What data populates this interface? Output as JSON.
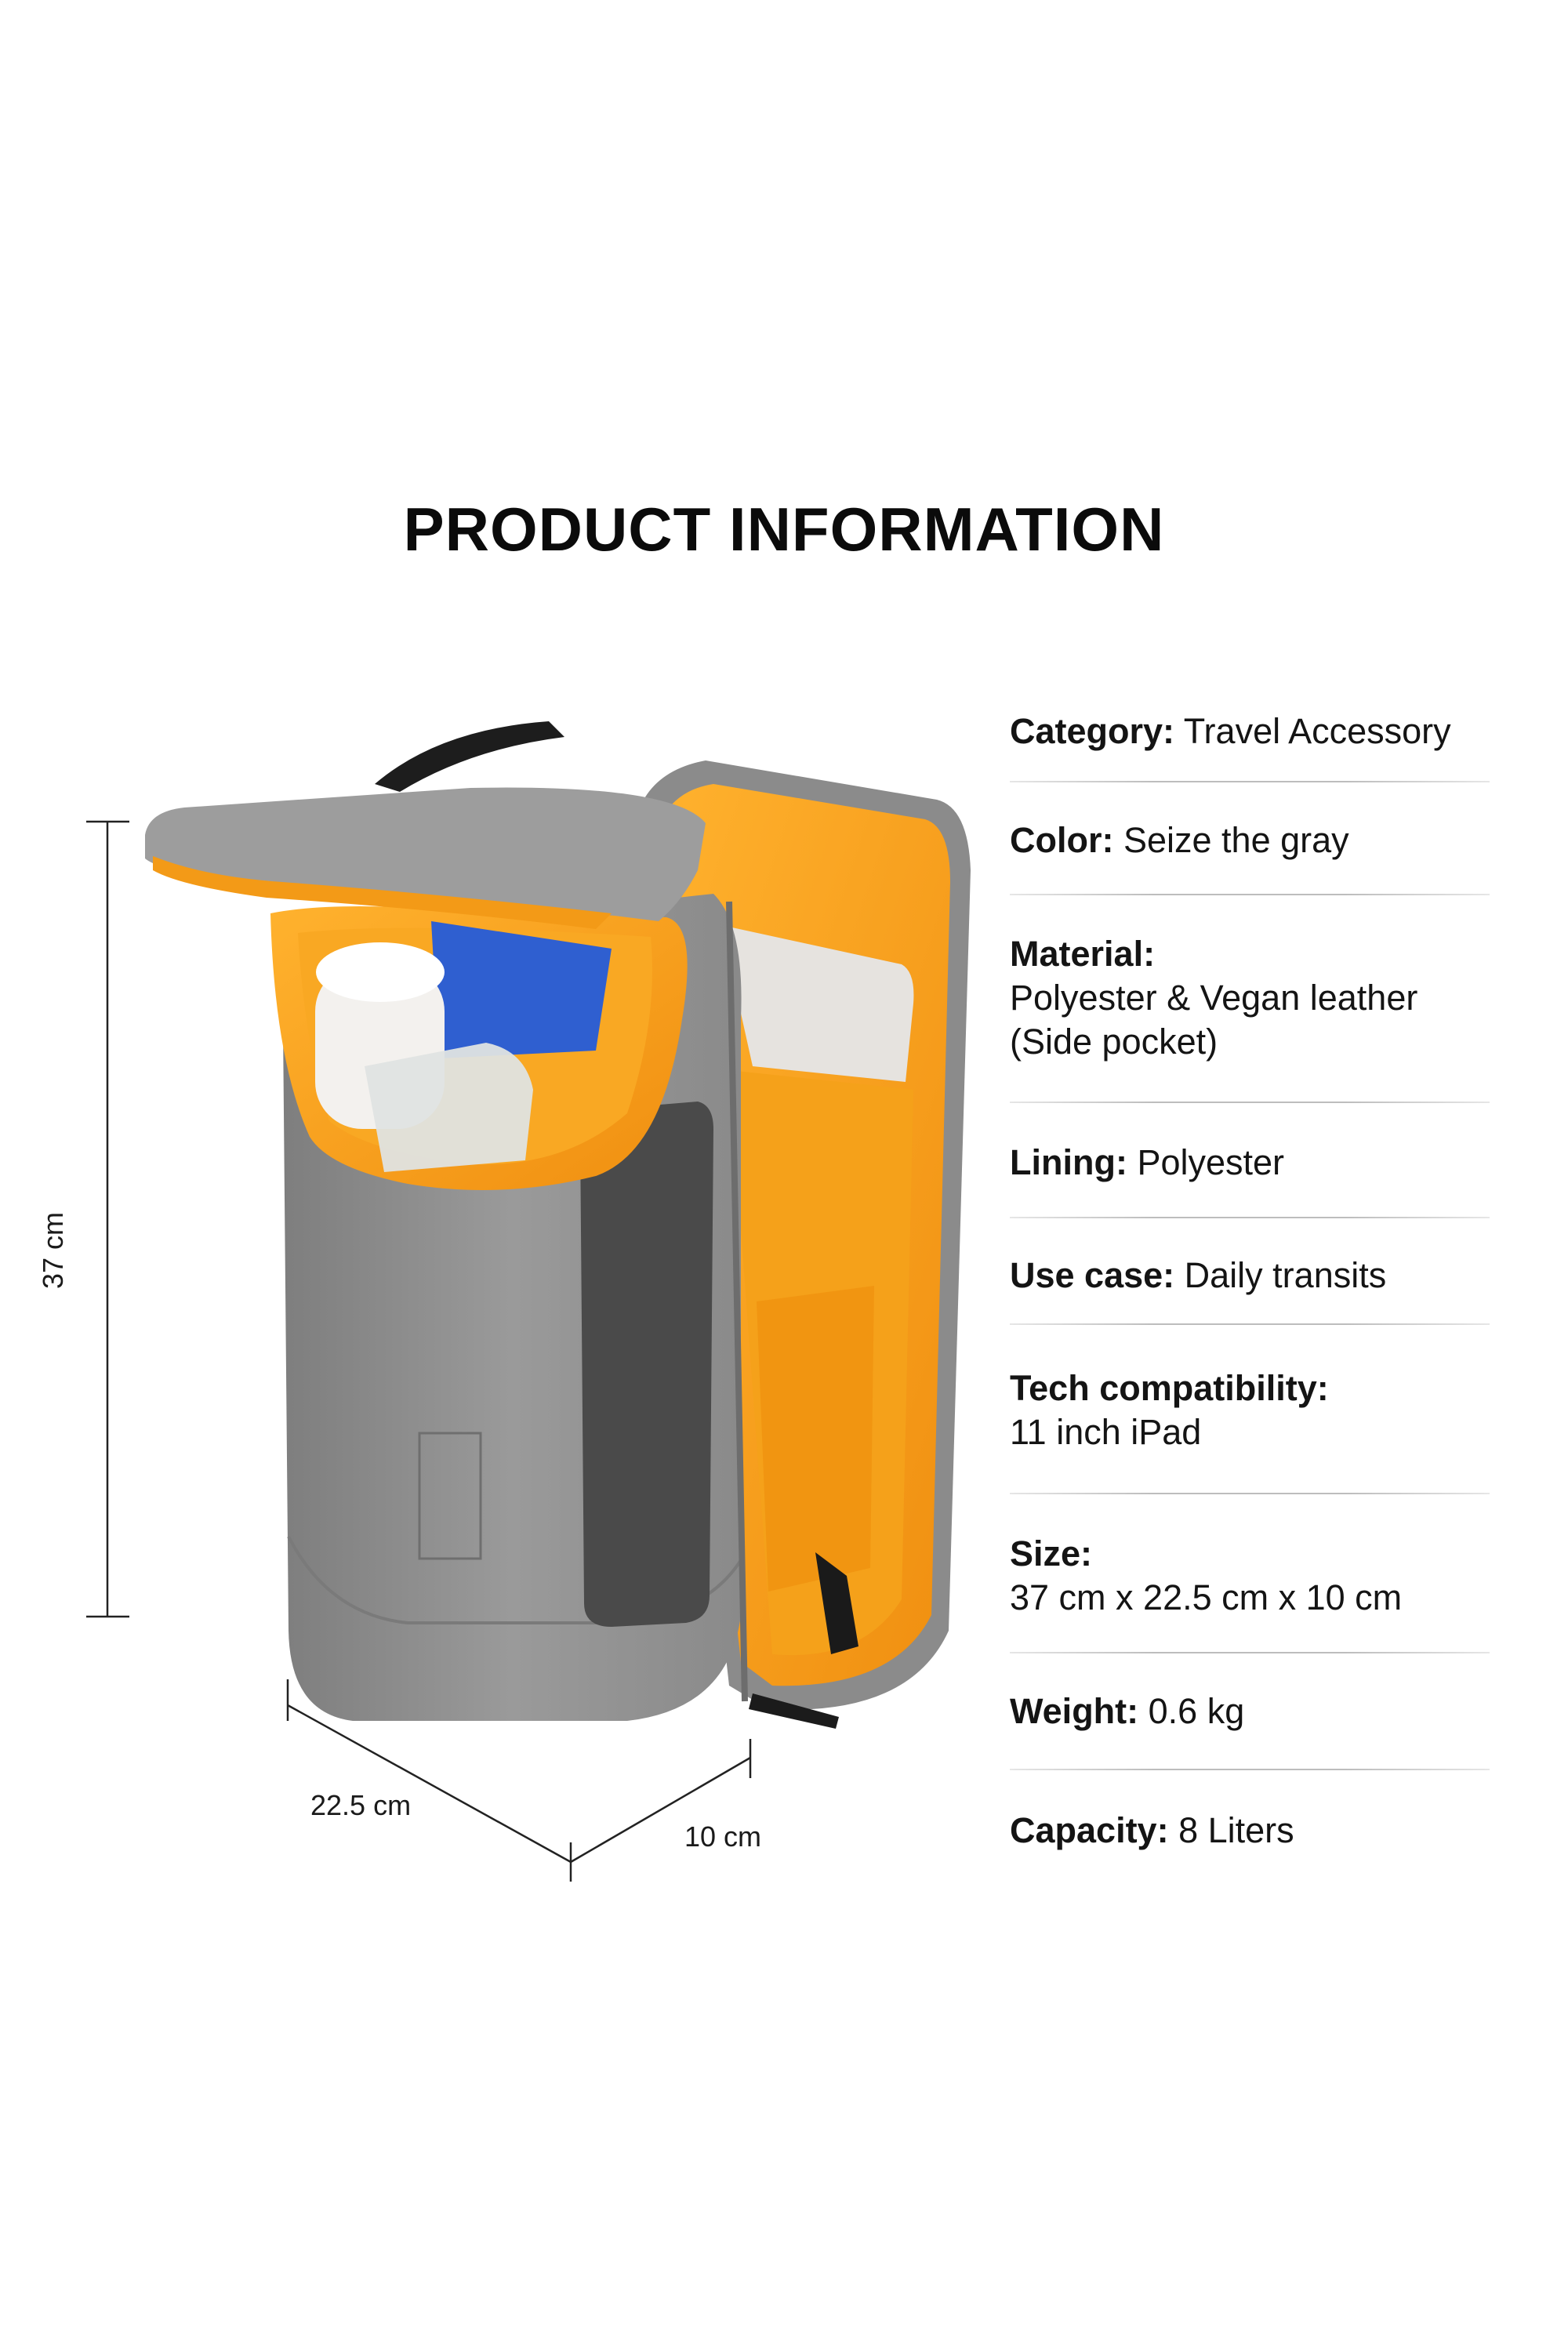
{
  "title": "PRODUCT INFORMATION",
  "specs": [
    {
      "label": "Category:",
      "value": " Travel Accessory"
    },
    {
      "label": "Color:",
      "value": " Seize the gray"
    },
    {
      "label": "Material:",
      "value": "Polyester & Vegan leather",
      "value2": "(Side pocket)"
    },
    {
      "label": "Lining:",
      "value": " Polyester"
    },
    {
      "label": "Use case:",
      "value": "  Daily transits"
    },
    {
      "label": "Tech compatibility:",
      "value": "11 inch iPad"
    },
    {
      "label": "Size:",
      "value": "37 cm x 22.5 cm x 10 cm"
    },
    {
      "label": "Weight:",
      "value": " 0.6 kg"
    },
    {
      "label": "Capacity:",
      "value": " 8 Liters"
    }
  ],
  "dimensions": {
    "height": "37 cm",
    "width": "22.5 cm",
    "depth": "10 cm"
  },
  "colors": {
    "bag_gray": "#8e8e8e",
    "lining_orange": "#f7a21b",
    "leather_panel": "#4a4a4a",
    "text": "#111111"
  }
}
